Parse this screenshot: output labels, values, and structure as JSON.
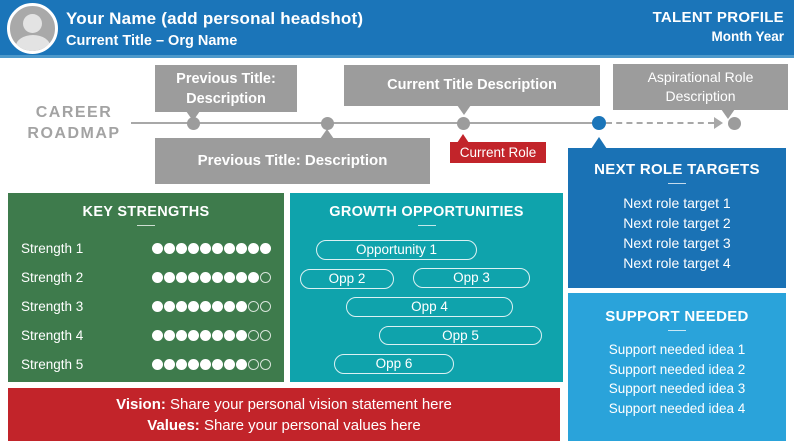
{
  "header": {
    "name": "Your Name (add personal headshot)",
    "subtitle": "Current Title – Org Name",
    "right_title": "TALENT PROFILE",
    "right_subtitle": "Month Year"
  },
  "roadmap": {
    "label_line1": "CAREER",
    "label_line2": "ROADMAP",
    "previous_top": "Previous Title: Description",
    "previous_top_line1": "Previous Title:",
    "previous_top_line2": "Description",
    "current_box": "Current Title Description",
    "aspirational_box": "Aspirational Role Description",
    "previous_bottom": "Previous Title: Description",
    "current_role_tag": "Current Role"
  },
  "strengths": {
    "title": "KEY STRENGTHS",
    "max_dots": 10,
    "items": [
      {
        "label": "Strength 1",
        "rating": 10
      },
      {
        "label": "Strength 2",
        "rating": 9
      },
      {
        "label": "Strength 3",
        "rating": 8
      },
      {
        "label": "Strength 4",
        "rating": 8
      },
      {
        "label": "Strength 5",
        "rating": 8
      }
    ]
  },
  "opportunities": {
    "title": "GROWTH OPPORTUNITIES",
    "items": [
      "Opportunity 1",
      "Opp 2",
      "Opp 3",
      "Opp 4",
      "Opp 5",
      "Opp 6"
    ]
  },
  "next_role": {
    "title": "NEXT ROLE TARGETS",
    "items": [
      "Next role target 1",
      "Next role target 2",
      "Next role target 3",
      "Next role target 4"
    ]
  },
  "support": {
    "title": "SUPPORT NEEDED",
    "items": [
      "Support needed idea 1",
      "Support needed idea 2",
      "Support needed idea 3",
      "Support needed idea 4"
    ]
  },
  "vision": {
    "vision_label": "Vision:",
    "vision_text": " Share your personal vision statement here",
    "values_label": "Values:",
    "values_text": " Share your personal values here"
  },
  "colors": {
    "header_blue": "#1b75b9",
    "next_role_blue": "#1a72b5",
    "support_blue": "#2aa3da",
    "green": "#3e7b4c",
    "teal": "#0fa3ac",
    "red": "#c2242a",
    "gray_box": "#9c9c9c"
  }
}
